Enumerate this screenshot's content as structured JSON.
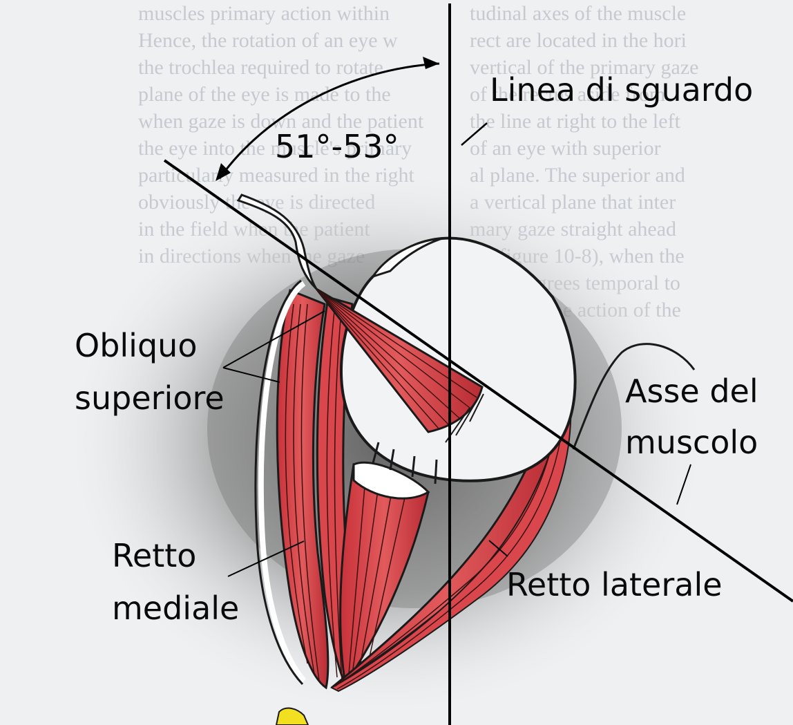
{
  "figure": {
    "angle_label": "51°-53°",
    "labels": {
      "line_of_sight": "Linea di sguardo",
      "superior_oblique_line1": "Obliquo",
      "superior_oblique_line2": "superiore",
      "muscle_axis_line1": "Asse del",
      "muscle_axis_line2": "muscolo",
      "medial_rectus_line1": "Retto",
      "medial_rectus_line2": "mediale",
      "lateral_rectus": "Retto laterale"
    },
    "background_text": {
      "left_column": [
        "muscles primary action within",
        "Hence, the rotation of an eye w",
        "the trochlea required to rotate",
        "plane of the eye is made to the",
        "when gaze is down and the patient",
        "the eye into the muscle's primary",
        "particularly measured in the right",
        "obviously the eye is directed",
        "in the field when the patient",
        "in directions when the gaze"
      ],
      "right_column": [
        "tudinal axes of the muscle",
        "rect are located in the hori",
        "vertical of the primary gaze",
        "of the rectus aside from",
        "the line at right to the left",
        "of an eye with superior",
        "al plane. The superior and",
        "a vertical plane that inter",
        "mary gaze straight ahead",
        "es (figure 10-8), when the",
        "to 23 degrees temporal to",
        "position, the action of the"
      ]
    }
  }
}
